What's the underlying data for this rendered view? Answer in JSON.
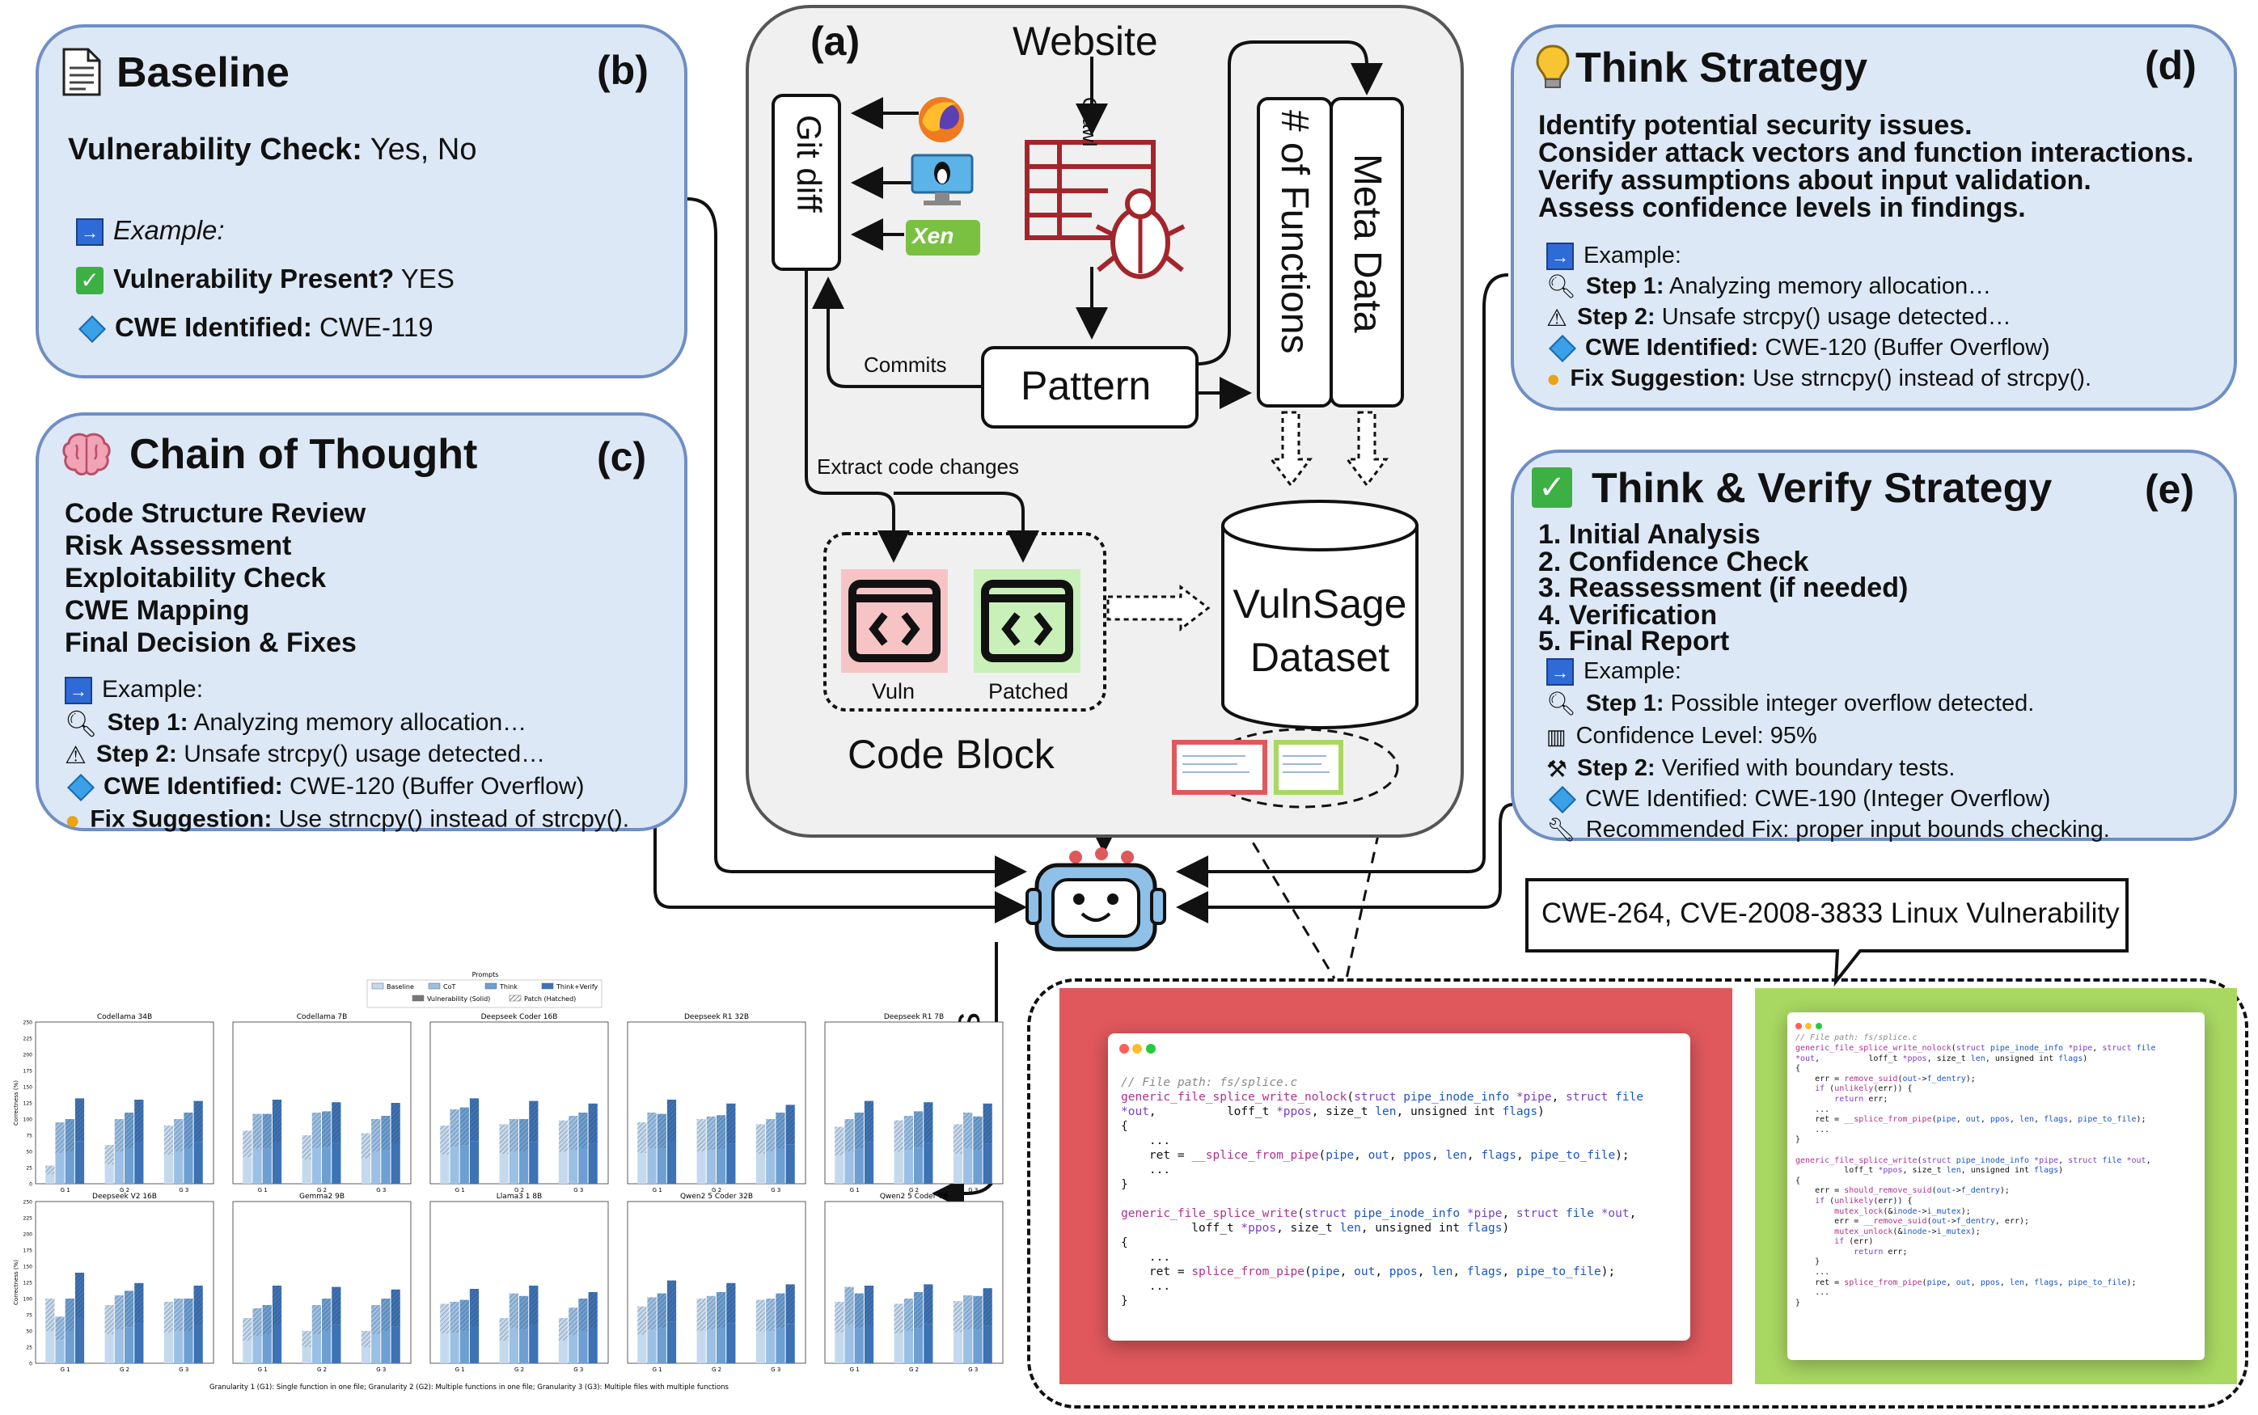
{
  "baseline": {
    "title": "Baseline",
    "letter": "(b)",
    "check_label": "Vulnerability Check:",
    "check_value": " Yes, No",
    "example": "Example:",
    "present_label": "Vulnerability Present?",
    "present_value": " YES",
    "cwe_label": "CWE Identified:",
    "cwe_value": " CWE-119"
  },
  "cot": {
    "title": "Chain of Thought",
    "letter": "(c)",
    "steps": [
      "Code Structure Review",
      "Risk Assessment",
      "Exploitability Check",
      "CWE Mapping",
      "Final Decision & Fixes"
    ],
    "example": "Example:",
    "step1_label": "Step 1:",
    "step1_value": " Analyzing memory allocation…",
    "step2_label": "Step 2:",
    "step2_value": " Unsafe strcpy() usage detected…",
    "cwe_label": "CWE Identified:",
    "cwe_value": " CWE-120 (Buffer Overflow)",
    "fix_label": "Fix Suggestion:",
    "fix_value": " Use strncpy() instead of strcpy()."
  },
  "think": {
    "title": "Think Strategy",
    "letter": "(d)",
    "lines": [
      "Identify potential security issues.",
      "Consider attack vectors and function interactions.",
      "Verify assumptions about input validation.",
      "Assess confidence levels in findings."
    ],
    "example": "Example:",
    "step1_label": "Step 1:",
    "step1_value": " Analyzing memory allocation…",
    "step2_label": "Step 2:",
    "step2_value": " Unsafe strcpy() usage detected…",
    "cwe_label": "CWE Identified:",
    "cwe_value": " CWE-120 (Buffer Overflow)",
    "fix_label": "Fix Suggestion:",
    "fix_value": " Use strncpy() instead of strcpy()."
  },
  "verify": {
    "title": "Think & Verify Strategy",
    "letter": "(e)",
    "steps": [
      "1. Initial Analysis",
      "2. Confidence Check",
      "3. Reassessment (if needed)",
      "4. Verification",
      "5. Final Report"
    ],
    "example": "Example:",
    "step1_label": "Step 1:",
    "step1_value": " Possible integer overflow detected.",
    "confidence": "Confidence Level: 95%",
    "step2_label": "Step 2:",
    "step2_value": " Verified with boundary tests.",
    "cwe": "CWE Identified: CWE-190 (Integer Overflow)",
    "fix": "Recommended Fix: proper input bounds checking."
  },
  "center": {
    "letter": "(a)",
    "website": "Website",
    "crawl": "Crawl",
    "git_diff": "Git diff",
    "functions": "# of Functions",
    "meta": "Meta Data",
    "commits": "Commits",
    "pattern": "Pattern",
    "extract": "Extract code changes",
    "vuln": "Vuln",
    "patched": "Patched",
    "code_block": "Code Block",
    "dataset_line1": "VulnSage",
    "dataset_line2": "Dataset",
    "xen": "Xen"
  },
  "results_label": "Results",
  "cve_callout": "CWE-264, CVE-2008-3833 Linux Vulnerability",
  "code_vuln": {
    "comment": "// File path: fs/splice.c"
  },
  "code_patched": {
    "comment": "// File path: fs/splice.c"
  },
  "colors": {
    "panel_bg": "#dde8f6",
    "panel_border": "#6f8ec4",
    "vuln_red": "#e0585c",
    "patched_green": "#a9d862",
    "accent_blue": "#2f6bd6",
    "crimson": "#a3252c"
  },
  "chart_data": {
    "type": "bar",
    "legend_title": "Prompts",
    "legend": [
      "Baseline",
      "CoT",
      "Think",
      "Think+Verify",
      "Vulnerability (Solid)",
      "Patch (Hatched)"
    ],
    "ylabel": "Correctness (%)",
    "ylim": [
      0,
      250
    ],
    "yticks": [
      0,
      25,
      50,
      75,
      100,
      125,
      150,
      175,
      200,
      225,
      250
    ],
    "categories": [
      "G 1",
      "G 2",
      "G 3"
    ],
    "caption": "Granularity 1 (G1): Single function in one file;  Granularity 2 (G2): Multiple functions in one file;  Granularity 3 (G3): Multiple files with multiple functions",
    "subplots": [
      {
        "title": "Codellama 34B",
        "totals": [
          [
            28,
            95,
            100,
            132
          ],
          [
            60,
            100,
            110,
            130
          ],
          [
            90,
            100,
            110,
            128
          ]
        ]
      },
      {
        "title": "Codellama 7B",
        "totals": [
          [
            82,
            108,
            108,
            130
          ],
          [
            75,
            110,
            112,
            126
          ],
          [
            78,
            100,
            105,
            125
          ]
        ]
      },
      {
        "title": "Deepseek Coder 16B",
        "totals": [
          [
            90,
            115,
            118,
            132
          ],
          [
            92,
            100,
            100,
            128
          ],
          [
            98,
            105,
            110,
            124
          ]
        ]
      },
      {
        "title": "Deepseek R1 32B",
        "totals": [
          [
            95,
            110,
            108,
            130
          ],
          [
            100,
            104,
            106,
            124
          ],
          [
            92,
            100,
            110,
            122
          ]
        ]
      },
      {
        "title": "Deepseek R1 7B",
        "totals": [
          [
            88,
            100,
            110,
            128
          ],
          [
            98,
            105,
            112,
            126
          ],
          [
            92,
            110,
            104,
            124
          ]
        ]
      },
      {
        "title": "Deepseek V2 16B",
        "totals": [
          [
            100,
            72,
            100,
            140
          ],
          [
            90,
            105,
            112,
            124
          ],
          [
            95,
            100,
            100,
            120
          ]
        ]
      },
      {
        "title": "Gemma2 9B",
        "totals": [
          [
            70,
            85,
            90,
            120
          ],
          [
            50,
            90,
            100,
            118
          ],
          [
            50,
            90,
            100,
            114
          ]
        ]
      },
      {
        "title": "Llama3 1 8B",
        "totals": [
          [
            92,
            95,
            98,
            115
          ],
          [
            70,
            108,
            104,
            120
          ],
          [
            70,
            86,
            100,
            110
          ]
        ]
      },
      {
        "title": "Qwen2 5 Coder 32B",
        "totals": [
          [
            88,
            102,
            108,
            128
          ],
          [
            100,
            104,
            110,
            124
          ],
          [
            98,
            100,
            108,
            122
          ]
        ]
      },
      {
        "title": "Qwen2 5 Coder 7B",
        "totals": [
          [
            95,
            118,
            108,
            120
          ],
          [
            92,
            100,
            110,
            122
          ],
          [
            96,
            105,
            104,
            116
          ]
        ]
      }
    ]
  }
}
